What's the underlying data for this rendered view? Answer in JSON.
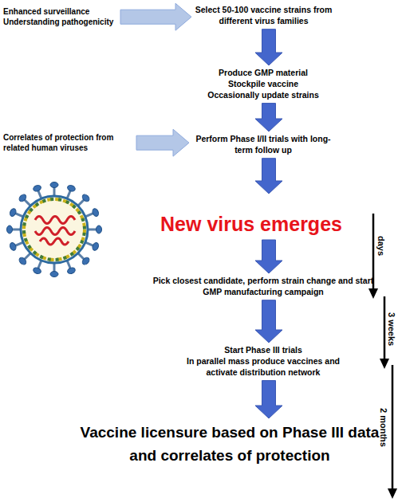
{
  "diagram": {
    "nodes": [
      {
        "text": [
          "Enhanced surveillance",
          "Understanding pathogenicity"
        ]
      },
      {
        "text": [
          "Select 50-100 vaccine strains from different virus families"
        ]
      },
      {
        "text": [
          "Produce GMP material",
          "Stockpile vaccine",
          "Occasionally update strains"
        ]
      },
      {
        "text": [
          "Correlates of protection from related human viruses"
        ]
      },
      {
        "text": [
          "Perform Phase I/II trials with long-term follow up"
        ]
      },
      {
        "text": [
          "New virus emerges"
        ]
      },
      {
        "text": [
          "Pick closest candidate, perform strain change and start GMP manufacturing campaign"
        ]
      },
      {
        "text": [
          "Start Phase III trials",
          "In parallel mass produce vaccines and activate distribution network"
        ]
      },
      {
        "text": [
          "Vaccine licensure based on Phase III data and correlates of protection"
        ]
      }
    ],
    "edges": [
      {
        "from": 0,
        "to": 1,
        "arrow": "to"
      },
      {
        "from": 1,
        "to": 2,
        "arrow": "to"
      },
      {
        "from": 2,
        "to": 4,
        "arrow": "to"
      },
      {
        "from": 3,
        "to": 4,
        "arrow": "to"
      },
      {
        "from": 4,
        "to": 5,
        "arrow": "to"
      },
      {
        "from": 5,
        "to": 6,
        "arrow": "to"
      },
      {
        "from": 6,
        "to": 7,
        "arrow": "to"
      },
      {
        "from": 7,
        "to": 8,
        "arrow": "to"
      }
    ],
    "labels": [
      "days",
      "3 weeks",
      "2 months"
    ]
  }
}
